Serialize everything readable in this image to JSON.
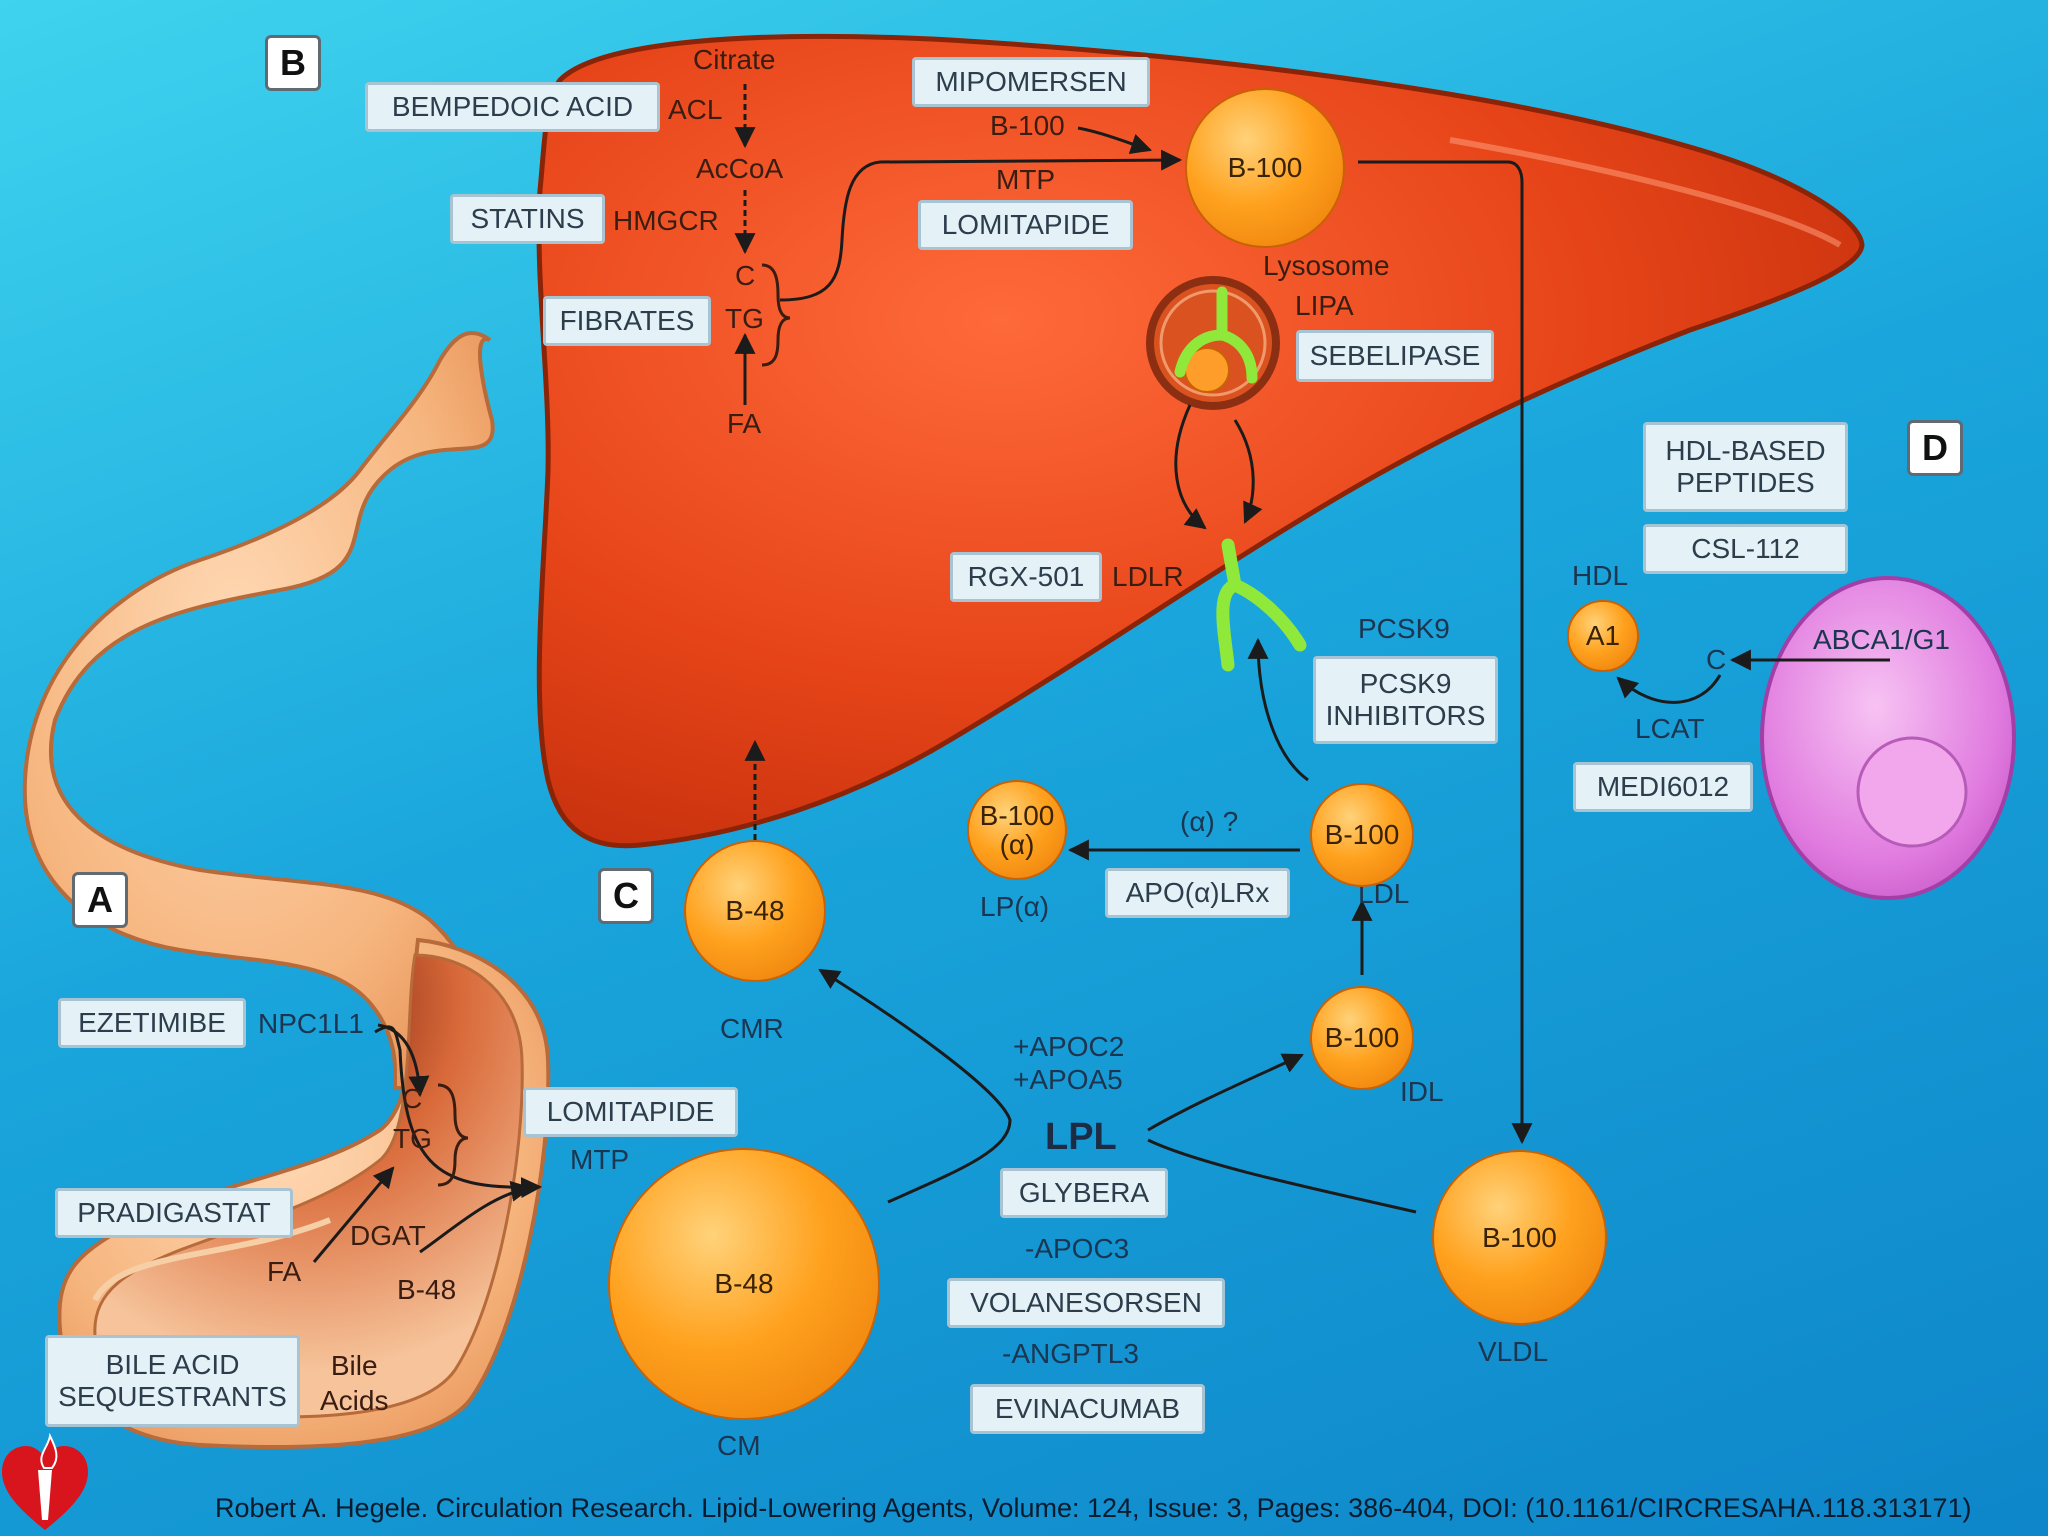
{
  "panels": {
    "a": "A",
    "b": "B",
    "c": "C",
    "d": "D"
  },
  "drugs": {
    "bempedoic_acid": "BEMPEDOIC ACID",
    "statins": "STATINS",
    "fibrates": "FIBRATES",
    "mipomersen": "MIPOMERSEN",
    "lomitapide_liver": "LOMITAPIDE",
    "sebelipase": "SEBELIPASE",
    "rgx501": "RGX-501",
    "pcsk9_inhibitors_line1": "PCSK9",
    "pcsk9_inhibitors_line2": "INHIBITORS",
    "hdl_peptides_line1": "HDL-BASED",
    "hdl_peptides_line2": "PEPTIDES",
    "csl112": "CSL-112",
    "medi6012": "MEDI6012",
    "apoa_lrx": "APO(α)LRx",
    "ezetimibe": "EZETIMIBE",
    "lomitapide_gut": "LOMITAPIDE",
    "pradigastat": "PRADIGASTAT",
    "bile_acid_seq_line1": "BILE ACID",
    "bile_acid_seq_line2": "SEQUESTRANTS",
    "glybera": "GLYBERA",
    "volanesorsen": "VOLANESORSEN",
    "evinacumab": "EVINACUMAB"
  },
  "labels": {
    "citrate": "Citrate",
    "acl": "ACL",
    "accoa": "AcCoA",
    "hmgcr": "HMGCR",
    "c_liver": "C",
    "tg_liver": "TG",
    "fa_liver": "FA",
    "b100_liver_text": "B-100",
    "mtp_liver": "MTP",
    "lysosome": "Lysosome",
    "lipa": "LIPA",
    "ldlr": "LDLR",
    "pcsk9": "PCSK9",
    "hdl": "HDL",
    "c_cell": "C",
    "abca1": "ABCA1/G1",
    "lcat": "LCAT",
    "alpha_q": "(α) ?",
    "lpa": "LP(α)",
    "ldl": "LDL",
    "idl": "IDL",
    "vldl": "VLDL",
    "cmr": "CMR",
    "cm": "CM",
    "npc1l1": "NPC1L1",
    "c_gut": "C",
    "tg_gut": "TG",
    "mtp_gut": "MTP",
    "dgat": "DGAT",
    "fa_gut": "FA",
    "b48_gut": "B-48",
    "bile_line1": "Bile",
    "bile_line2": "Acids",
    "apoc2": "+APOC2",
    "apoa5": "+APOA5",
    "lpl": "LPL",
    "apoc3": "-APOC3",
    "angptl3": "-ANGPTL3"
  },
  "particles": {
    "b100_liver": "B-100",
    "a1": "A1",
    "lpa_line1": "B-100",
    "lpa_line2": "(α)",
    "ldl": "B-100",
    "idl": "B-100",
    "vldl": "B-100",
    "cmr": "B-48",
    "cm": "B-48"
  },
  "citation": "Robert A. Hegele. Circulation Research. Lipid-Lowering Agents, Volume: 124, Issue: 3, Pages: 386-404, DOI: (10.1161/CIRCRESAHA.118.313171)",
  "colors": {
    "background": "#1aa6dc",
    "liver": "#e64418",
    "gut": "#f6b57e",
    "particle": "#ffa21f",
    "receptor": "#8fe83a",
    "cell": "#e07adf",
    "drug_box": "#e4f1f7"
  }
}
